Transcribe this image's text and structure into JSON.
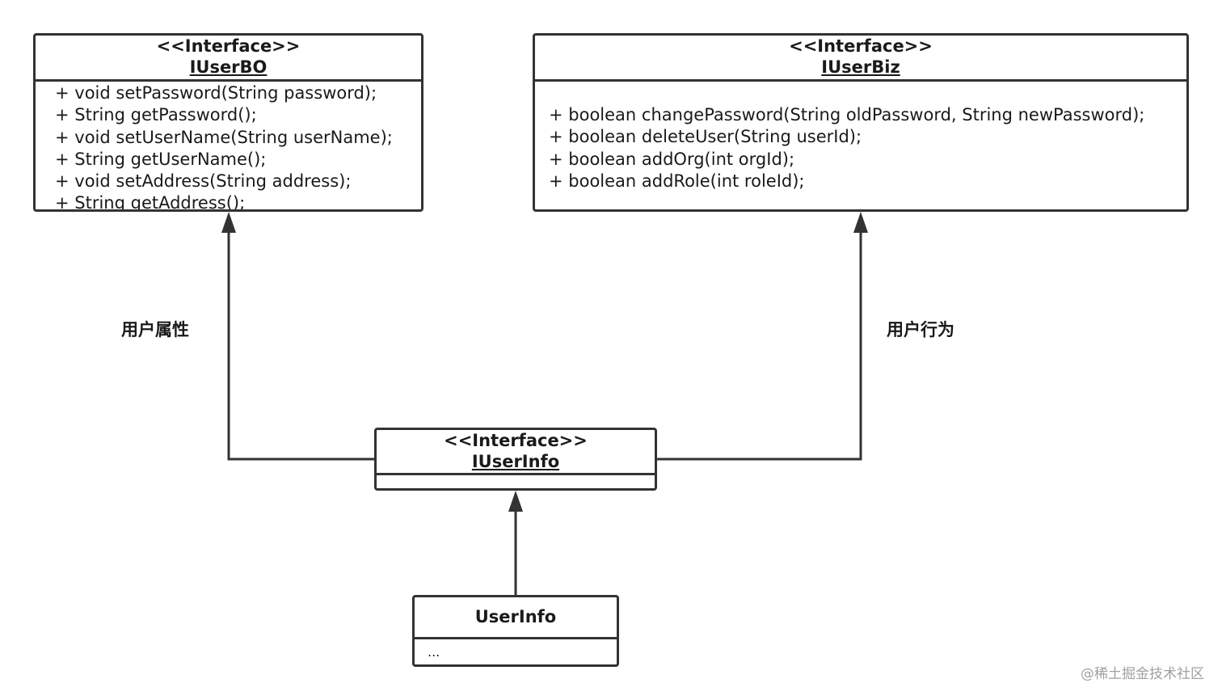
{
  "classes": {
    "iuserbo": {
      "stereotype": "<<Interface>>",
      "name": "IUserBO",
      "methods": [
        "+ void setPassword(String password);",
        "+ String getPassword();",
        "+ void setUserName(String userName);",
        "+ String getUserName();",
        "+ void setAddress(String address);",
        "+ String getAddress();"
      ]
    },
    "iuserbiz": {
      "stereotype": "<<Interface>>",
      "name": "IUserBiz",
      "methods": [
        "+ boolean changePassword(String oldPassword, String newPassword);",
        "+ boolean deleteUser(String userId);",
        "+ boolean addOrg(int orgId);",
        "+ boolean addRole(int roleId);"
      ]
    },
    "iuserinfo": {
      "stereotype": "<<Interface>>",
      "name": "IUserInfo"
    },
    "userinfo": {
      "name": "UserInfo",
      "body": "..."
    }
  },
  "edges": {
    "attributes_label": "用户属性",
    "behaviour_label": "用户行为"
  },
  "watermark": "@稀土掘金技术社区",
  "colors": {
    "line": "#333333",
    "watermark": "#a0a0a0"
  }
}
